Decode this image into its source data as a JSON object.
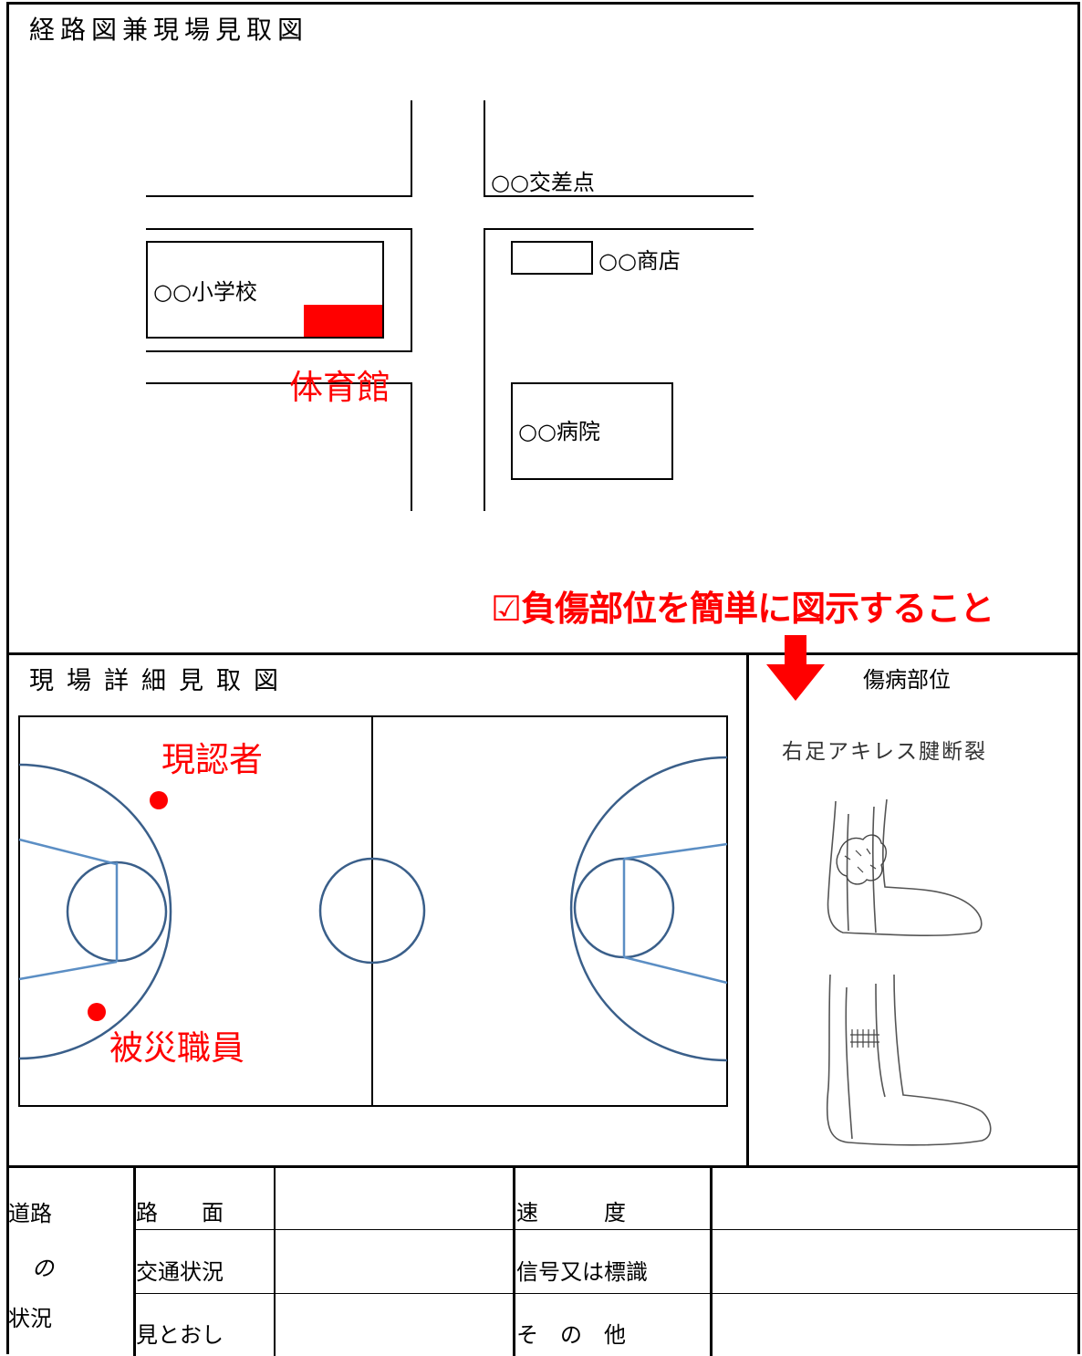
{
  "route_map": {
    "title": "経路図兼現場見取図",
    "intersection_label": "○○交差点",
    "shop_label": "○○商店",
    "school_label": "○○小学校",
    "gym_label": "体育館",
    "hospital_label": "○○病院"
  },
  "instruction": "☑負傷部位を簡単に図示すること",
  "detail_map": {
    "title": "現場詳細見取図",
    "witness_label": "現認者",
    "victim_label": "被災職員"
  },
  "injury": {
    "header": "傷病部位",
    "caption": "右足アキレス腱断裂"
  },
  "road_table": {
    "group_label_lines": [
      "道路",
      "の",
      "状況"
    ],
    "rows": [
      {
        "left_label": "路　　面",
        "left_value": "",
        "right_label": "速　　　度",
        "right_value": ""
      },
      {
        "left_label": "交通状況",
        "left_value": "",
        "right_label": "信号又は標識",
        "right_value": ""
      },
      {
        "left_label": "見とおし",
        "left_value": "",
        "right_label": "そ　の　他",
        "right_value": ""
      }
    ]
  },
  "colors": {
    "accent_red": "#ff0000",
    "court_line": "#3a5f8a",
    "court_key": "#5b8ec4"
  }
}
